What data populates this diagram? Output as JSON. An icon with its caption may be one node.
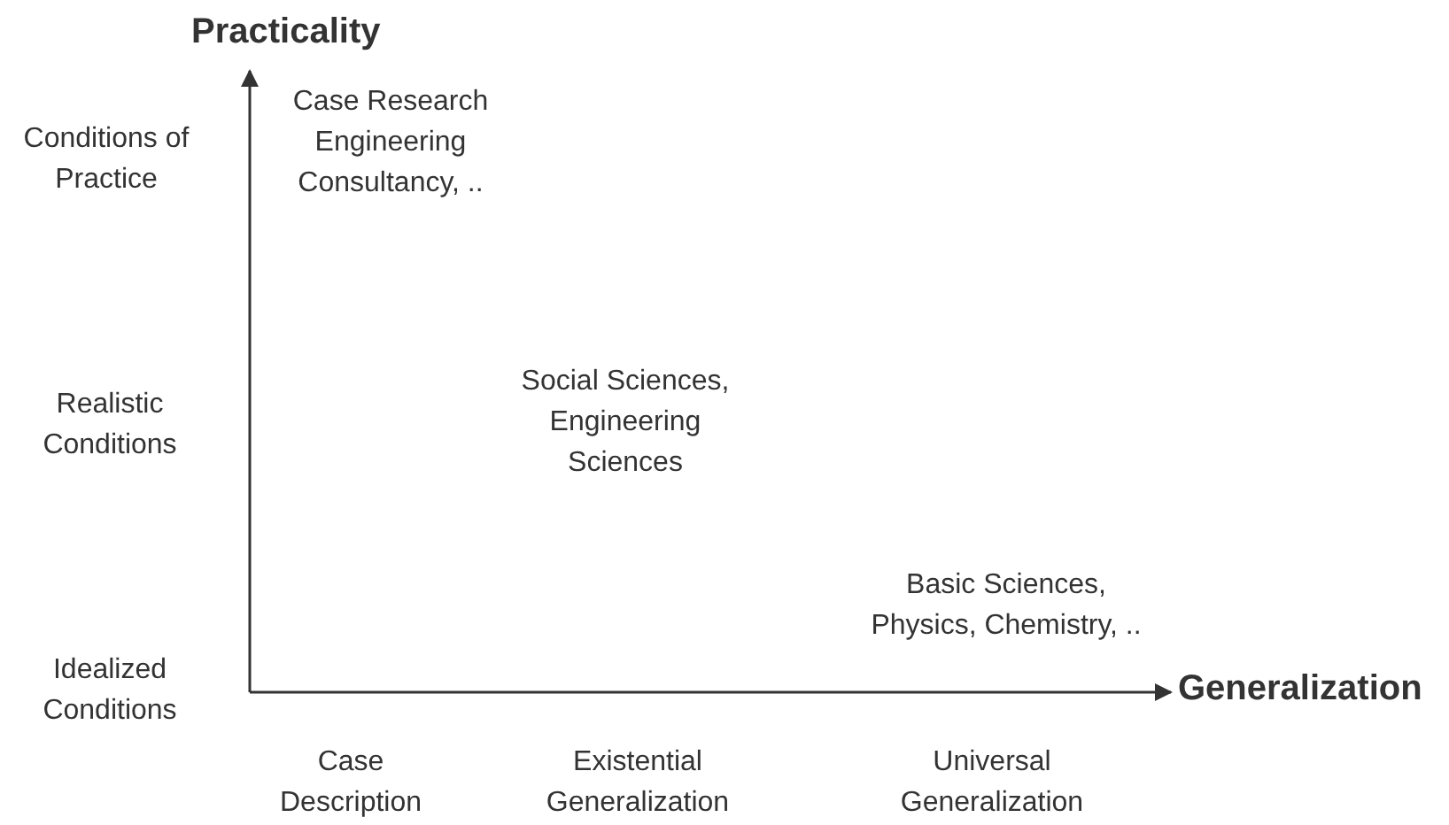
{
  "diagram": {
    "labels": [
      "Practicality",
      "Conditions of Practice",
      "Case Research Engineering Consultancy, ..",
      "Realistic Conditions",
      "Social Sciences, Engineering Sciences",
      "Basic Sciences, Physics, Chemistry, ..",
      "Idealized Conditions",
      "Generalization",
      "Case Description",
      "Existential Generalization",
      "Universal Generalization"
    ]
  }
}
